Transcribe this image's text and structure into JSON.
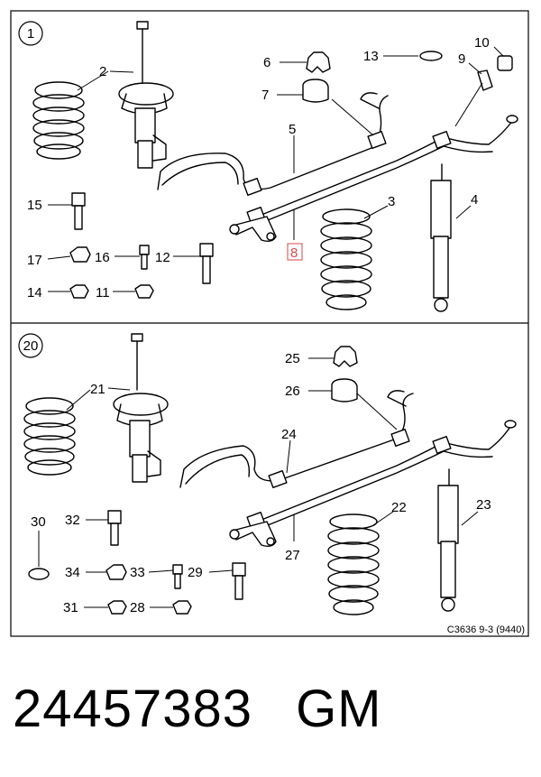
{
  "sections": [
    {
      "number": "1",
      "callouts": [
        "2",
        "3",
        "4",
        "5",
        "6",
        "7",
        "8",
        "9",
        "10",
        "11",
        "12",
        "13",
        "14",
        "15",
        "16",
        "17"
      ]
    },
    {
      "number": "20",
      "callouts": [
        "21",
        "22",
        "23",
        "24",
        "25",
        "26",
        "27",
        "28",
        "29",
        "30",
        "31",
        "32",
        "33",
        "34"
      ]
    }
  ],
  "highlighted_callout": "8",
  "diagram_code": "C3636 9-3 (9440)",
  "footer": {
    "part_number": "24457383",
    "brand": "GM"
  },
  "colors": {
    "highlight": "#d4474a",
    "ink": "#000000"
  }
}
